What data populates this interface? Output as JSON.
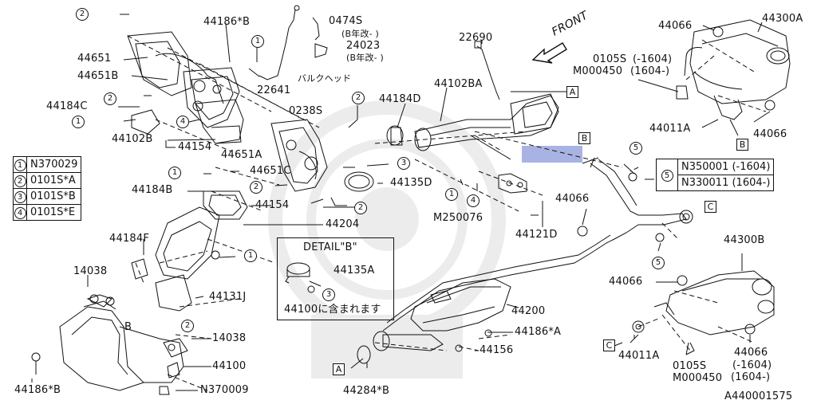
{
  "diagram_ref": "A440001575",
  "front_label": "FRONT",
  "legend_left": [
    {
      "key": "1",
      "part": "N370029"
    },
    {
      "key": "2",
      "part": "0101S*A"
    },
    {
      "key": "3",
      "part": "0101S*B"
    },
    {
      "key": "4",
      "part": "0101S*E"
    }
  ],
  "legend_right": {
    "key": "5",
    "rows": [
      "N350001 (-1604)",
      "N330011 (1604-)"
    ]
  },
  "detail": {
    "title": "DETAIL\"B\"",
    "part": "44135A",
    "note": "44100に含まれます"
  },
  "ref_boxes": {
    "a": "A",
    "b": "B",
    "c": "C"
  },
  "labels": {
    "p44186B_top": "44186*B",
    "p0474S": "0474S",
    "p0474S_note": "(B年改- )",
    "p24023": "24023",
    "p24023_note": "(B年改- )",
    "bulkhead": "バルクヘッド",
    "p44651": "44651",
    "p44651B": "44651B",
    "p22641": "22641",
    "p0238S": "0238S",
    "p44184C": "44184C",
    "p44102B": "44102B",
    "p44154_top": "44154",
    "p44651A": "44651A",
    "p44651C": "44651C",
    "p44184B": "44184B",
    "p44154_mid": "44154",
    "p44204": "44204",
    "p44184F": "44184F",
    "p44131J": "44131J",
    "p14038_top": "14038",
    "p14038_bot": "14038",
    "p44100": "44100",
    "p44186B_bot": "44186*B",
    "pN370009": "N370009",
    "p22690": "22690",
    "p44102BA": "44102BA",
    "p44184D": "44184D",
    "p44135D": "44135D",
    "pM250076": "M250076",
    "p44121D": "44121D",
    "p44066_mid": "44066",
    "p44200": "44200",
    "p44186A": "44186*A",
    "p44156": "44156",
    "p44284B": "44284*B",
    "p44066_tr": "44066",
    "p44300A": "44300A",
    "p0105S_top": "0105S",
    "pM000450_top": "M000450",
    "note_1604a": "(-1604)",
    "note_1604b": "(1604-)",
    "p44011A_top": "44011A",
    "p44066_tr2": "44066",
    "p44300B": "44300B",
    "p44066_low": "44066",
    "p44011A_bot": "44011A",
    "p0105S_bot": "0105S",
    "pM000450_bot": "M000450",
    "p44066_br": "44066",
    "note_1604c": "(-1604)",
    "note_1604d": "(1604-)",
    "B_pointer": "B"
  },
  "colors": {
    "line": "#111111",
    "highlight": "#a9b3e3",
    "watermark": "#000000"
  }
}
